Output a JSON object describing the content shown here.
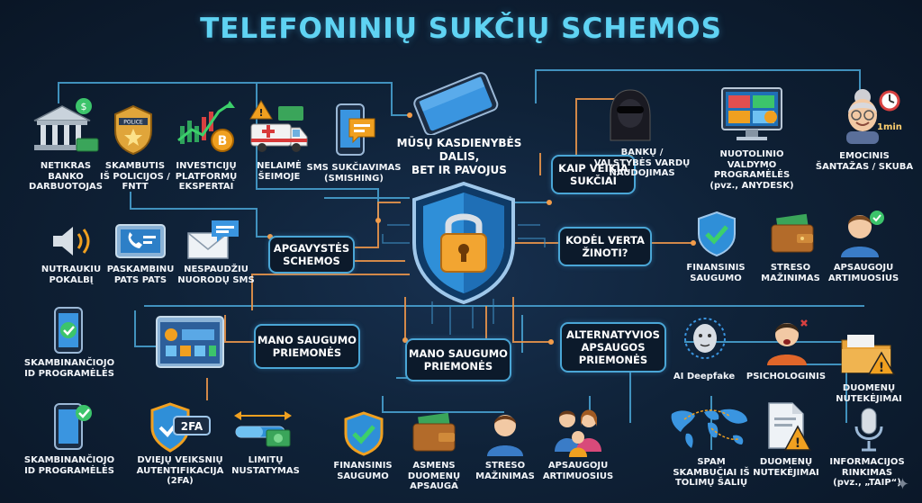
{
  "title": "TELEFONINIŲ SUKČIŲ SCHEMOS",
  "center_caption": "MŪSŲ KASDIENYBĖS DALIS,\nBET IR PAVOJUS",
  "hubs": {
    "how": "KAIP VEIKIA\nSUKČIAI",
    "schemes": "APGAVYSTĖS\nSCHEMOS",
    "why": "KODĖL VERTA\nŽINOTI?",
    "security_left": "MANO SAUGUMO\nPRIEMONĖS",
    "security_mid": "MANO SAUGUMO\nPRIEMONĖS",
    "alt": "ALTERNATYVIOS\nAPSAUGOS\nPRIEMONĖS"
  },
  "schemes": [
    {
      "label": "NETIKRAS\nBANKO\nDARBUOTOJAS",
      "icon": "bank-icon"
    },
    {
      "label": "SKAMBUTIS\nIŠ POLICIJOS /\nFNTT",
      "icon": "police-badge-icon"
    },
    {
      "label": "INVESTICIJŲ\nPLATFORMŲ\nEKSPERTAI",
      "icon": "crypto-chart-icon"
    },
    {
      "label": "NELAIMĖ\nŠEIMOJE",
      "icon": "ambulance-icon"
    },
    {
      "label": "SMS SUKČIAVIMAS\n(SMISHING)",
      "icon": "sms-phone-icon"
    }
  ],
  "how": [
    {
      "label": "BANKŲ /\nVALSTYBĖS VARDŲ\nNAUDOJIMAS",
      "icon": "hacker-icon"
    },
    {
      "label": "NUOTOLINIO\nVALDYMO\nPROGRAMĖLĖS\n(pvz., ANYDESK)",
      "icon": "remote-monitor-icon"
    },
    {
      "label": "EMOCINIS\nŠANTAŽAS / SKUBA",
      "icon": "crying-elder-icon"
    }
  ],
  "timer_text": "1min",
  "actions": [
    {
      "label": "NUTRAUKIU\nPOKALBĮ",
      "icon": "speaker-icon"
    },
    {
      "label": "PASKAMBINU\nPATS PATS",
      "icon": "tablet-call-icon"
    },
    {
      "label": "NESPAUDŽIU\nNUORODŲ SMS",
      "icon": "envelope-icon"
    }
  ],
  "why": [
    {
      "label": "FINANSINIS\nSAUGUMO",
      "icon": "shield-check-icon"
    },
    {
      "label": "STRESO\nMAŽINIMAS",
      "icon": "wallet-icon"
    },
    {
      "label": "APSAUGOJU\nARTIMUOSIUS",
      "icon": "person-check-icon"
    }
  ],
  "left_measures": [
    {
      "label": "SKAMBINANČIOJO\nID PROGRAMĖLĖS",
      "icon": "phone-check-icon"
    },
    {
      "label": "SKAMBINANČIOJO\nID PROGRAMĖLĖS",
      "icon": "phone-check-icon"
    },
    {
      "label": "DVIEJŲ VEIKSNIŲ\nAUTENTIFIKACIJA\n(2FA)",
      "icon": "shield-2fa-icon"
    },
    {
      "label": "LIMITŲ\nNUSTATYMAS",
      "icon": "limit-slider-icon"
    }
  ],
  "twofa_text": "2FA",
  "mid_measures": [
    {
      "label": "FINANSINIS\nSAUGUMO",
      "icon": "shield-check-icon"
    },
    {
      "label": "ASMENS\nDUOMENŲ\nAPSAUGA",
      "icon": "wallet-icon"
    },
    {
      "label": "STRESO\nMAŽINIMAS",
      "icon": "person-icon"
    },
    {
      "label": "APSAUGOJU\nARTIMUOSIUS",
      "icon": "family-icon"
    }
  ],
  "alt": [
    {
      "label": "AI Deepfake",
      "icon": "ai-face-icon"
    },
    {
      "label": "PSICHOLOGINIS",
      "icon": "angry-person-icon"
    },
    {
      "label": "DUOMENŲ\nNUTEKĖJIMAI",
      "icon": "folder-warning-icon"
    },
    {
      "label": "SPAM\nSKAMBUČIAI IŠ\nTOLIMŲ ŠALIŲ",
      "icon": "world-map-icon"
    },
    {
      "label": "DUOMENŲ\nNUTEKĖJIMAI",
      "icon": "document-warning-icon"
    },
    {
      "label": "INFORMACIJOS\nRINKIMAS\n(pvz., „TAIP“)",
      "icon": "microphone-icon"
    }
  ],
  "colors": {
    "accent": "#5fd3f3",
    "wire_orange": "#e8944a",
    "wire_blue": "#4aa6d6",
    "shield": "#2f8fd8",
    "lock": "#f2a531"
  }
}
